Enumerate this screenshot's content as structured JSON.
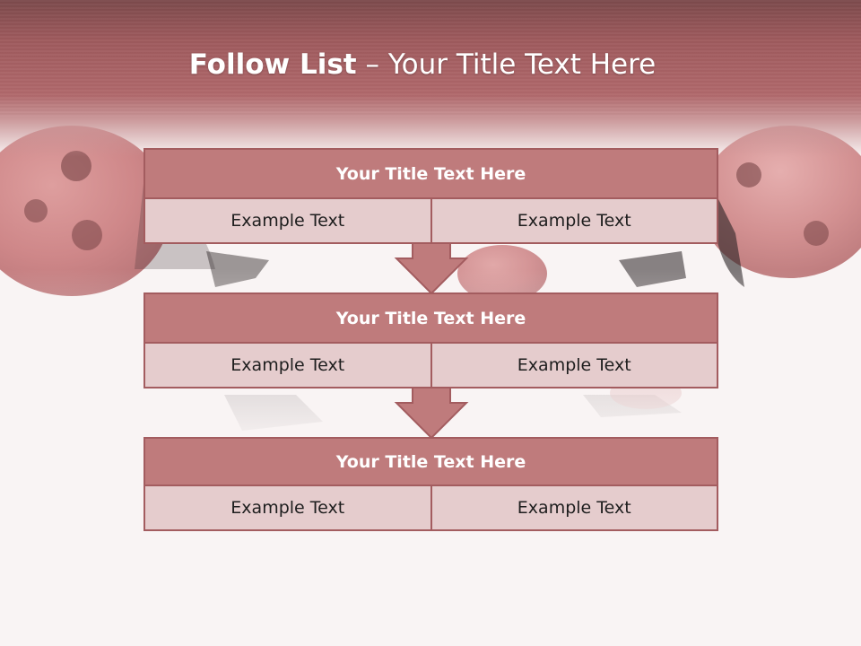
{
  "slide": {
    "title_bold": "Follow List",
    "title_rest": "– Your Title Text Here"
  },
  "colors": {
    "header_band": "#a55e61",
    "box_header": "#bf7b7c",
    "box_cell": "#e5cccd",
    "box_border": "#a35c5f",
    "background": "#f9f4f4"
  },
  "blocks": [
    {
      "title": "Your Title Text Here",
      "cells": [
        "Example Text",
        "Example Text"
      ]
    },
    {
      "title": "Your Title Text Here",
      "cells": [
        "Example Text",
        "Example Text"
      ]
    },
    {
      "title": "Your Title Text Here",
      "cells": [
        "Example Text",
        "Example Text"
      ]
    }
  ],
  "connectors": [
    "down-arrow-icon",
    "down-arrow-icon"
  ]
}
